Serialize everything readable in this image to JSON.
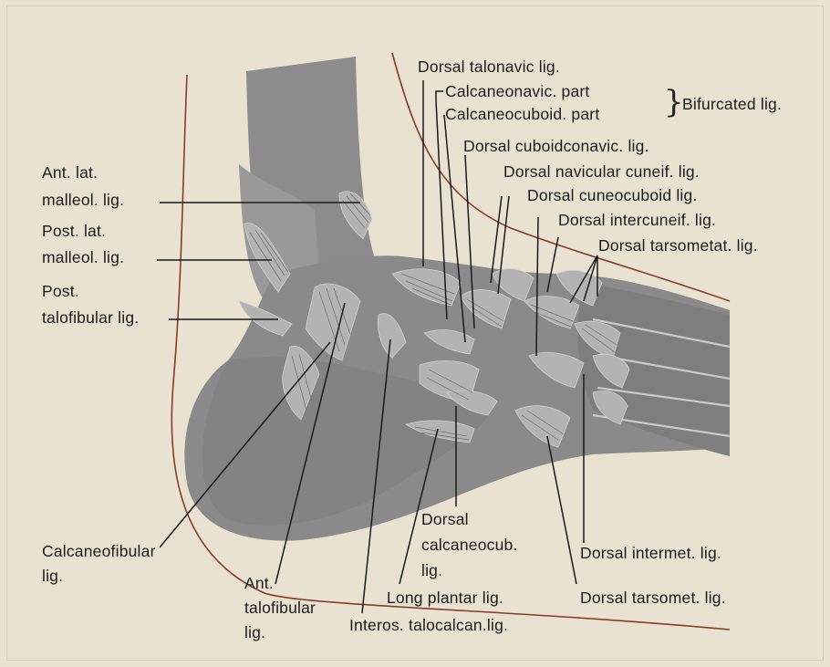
{
  "labels": {
    "dorsal_talonavic": "Dorsal talonavic lig.",
    "calcaneonavic_part": "Calcaneonavic. part",
    "calcaneocuboid_part": "Calcaneocuboid. part",
    "bifurcated": "Bifurcated lig.",
    "dorsal_cuboidconavic": "Dorsal cuboidconavic. lig.",
    "dorsal_navicular_cuneif": "Dorsal navicular cuneif. lig.",
    "dorsal_cuneocuboid": "Dorsal cuneocuboid lig.",
    "dorsal_intercuneif": "Dorsal intercuneif. lig.",
    "dorsal_tarsometat": "Dorsal tarsometat. lig.",
    "ant_lat_malleol_1": "Ant. lat.",
    "ant_lat_malleol_2": "malleol. lig.",
    "post_lat_malleol_1": "Post. lat.",
    "post_lat_malleol_2": "malleol. lig.",
    "post_talofibular_1": "Post.",
    "post_talofibular_2": "talofibular lig.",
    "calcaneofibular_1": "Calcaneofibular",
    "calcaneofibular_2": "lig.",
    "ant_talofibular_1": "Ant.",
    "ant_talofibular_2": "talofibular",
    "ant_talofibular_3": "lig.",
    "dorsal_calcaneocub_1": "Dorsal",
    "dorsal_calcaneocub_2": "calcaneocub.",
    "dorsal_calcaneocub_3": "lig.",
    "long_plantar": "Long plantar lig.",
    "interos_talocalcan": "Interos. talocalcan.lig.",
    "dorsal_intermet": "Dorsal intermet. lig.",
    "dorsal_tarsomet": "Dorsal tarsomet. lig."
  },
  "colors": {
    "background": "#e9e2d0",
    "skin_outline": "#8a3a2a",
    "bone": "#8a8a8a",
    "bone_light": "#a3a3a3",
    "ligament": "#b5b5b5",
    "leader_line": "#1a1a1a"
  }
}
